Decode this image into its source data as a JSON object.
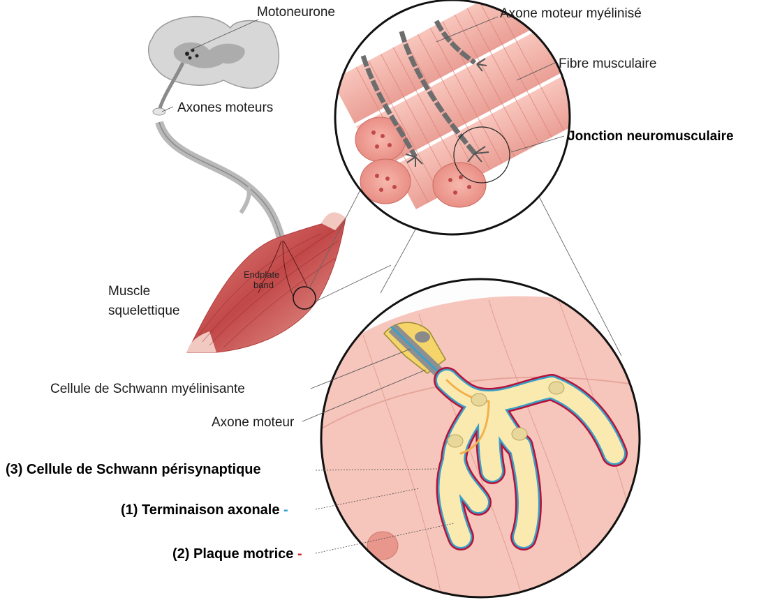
{
  "labels": {
    "motoneurone": "Motoneurone",
    "axones_moteurs": "Axones moteurs",
    "axone_moteur_myelinise": "Axone moteur myélinisé",
    "fibre_musculaire": "Fibre musculaire",
    "jonction_neuromusculaire": "Jonction neuromusculaire",
    "muscle_line1": "Muscle",
    "muscle_line2": "squelettique",
    "endplate_line1": "Endplate",
    "endplate_line2": "band",
    "cellule_schwann_myelinisante": "Cellule de Schwann myélinisante",
    "axone_moteur": "Axone moteur",
    "cellule_schwann_perisynaptique": "(3) Cellule de Schwann périsynaptique",
    "terminaison_axonale": "(1) Terminaison axonale",
    "terminaison_marker": "-",
    "plaque_motrice": "(2) Plaque motrice",
    "plaque_marker": "-"
  },
  "colors": {
    "muscle": "#c75b5b",
    "muscle_light": "#f2b3a8",
    "fiber_bg": "#f6c3b8",
    "axon_grey": "#8a8a8a",
    "terminal_yellow": "#fbeab0",
    "schwann_yellow": "#f5d56a",
    "axon_blue": "#3aa0c8",
    "plate_red": "#b5123a",
    "terminaison_marker": "#2a9fd6",
    "plaque_marker": "#d2232a"
  }
}
